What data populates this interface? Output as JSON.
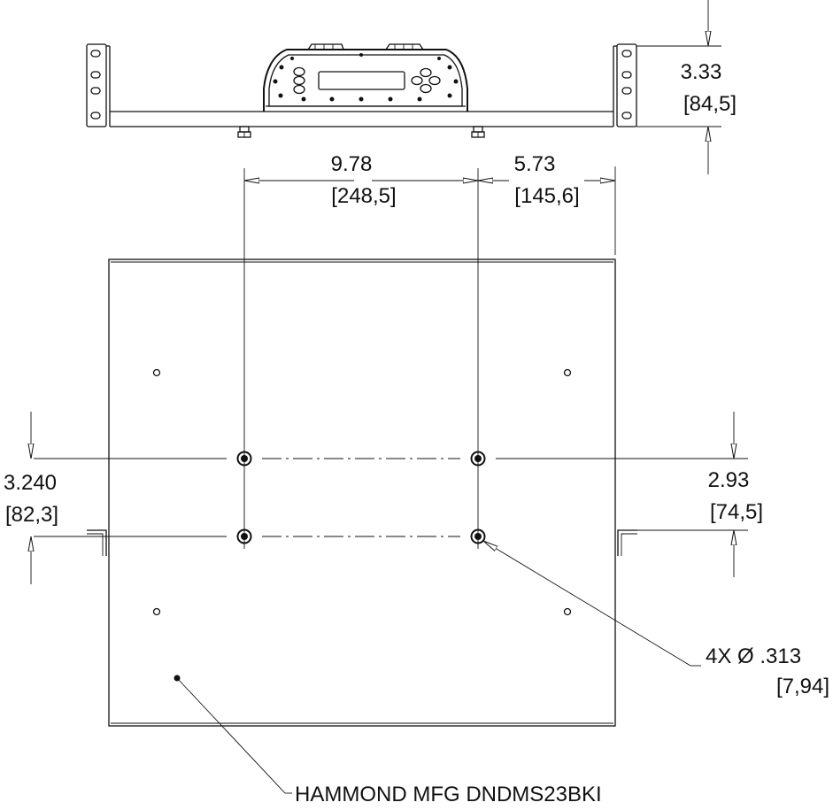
{
  "dimensions": {
    "height": {
      "inch": "3.33",
      "mm": "[84,5]"
    },
    "left_span": {
      "inch": "9.78",
      "mm": "[248,5]"
    },
    "right_span": {
      "inch": "5.73",
      "mm": "[145,6]"
    },
    "left_vertical": {
      "inch": "3.240",
      "mm": "[82,3]"
    },
    "right_vertical": {
      "inch": "2.93",
      "mm": "[74,5]"
    },
    "hole": {
      "label": "4X  Ø .313",
      "mm": "[7,94]"
    }
  },
  "callouts": {
    "part": "HAMMOND MFG DNDMS23BKI"
  }
}
